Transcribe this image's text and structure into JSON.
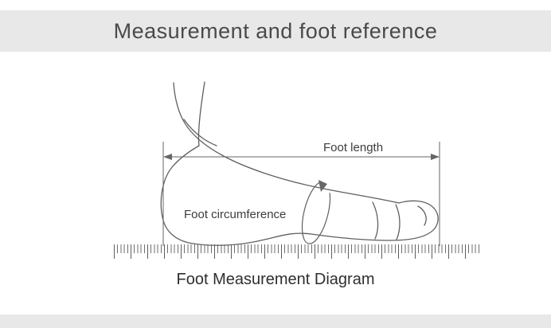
{
  "header": {
    "title": "Measurement and foot reference",
    "background": "#e8e8e8",
    "text_color": "#4a4a4a"
  },
  "diagram": {
    "foot_length_label": "Foot length",
    "foot_circumference_label": "Foot circumference",
    "caption": "Foot Measurement Diagram",
    "line_color": "#5f5f5f"
  },
  "footer": {
    "background": "#e8e8e8"
  }
}
